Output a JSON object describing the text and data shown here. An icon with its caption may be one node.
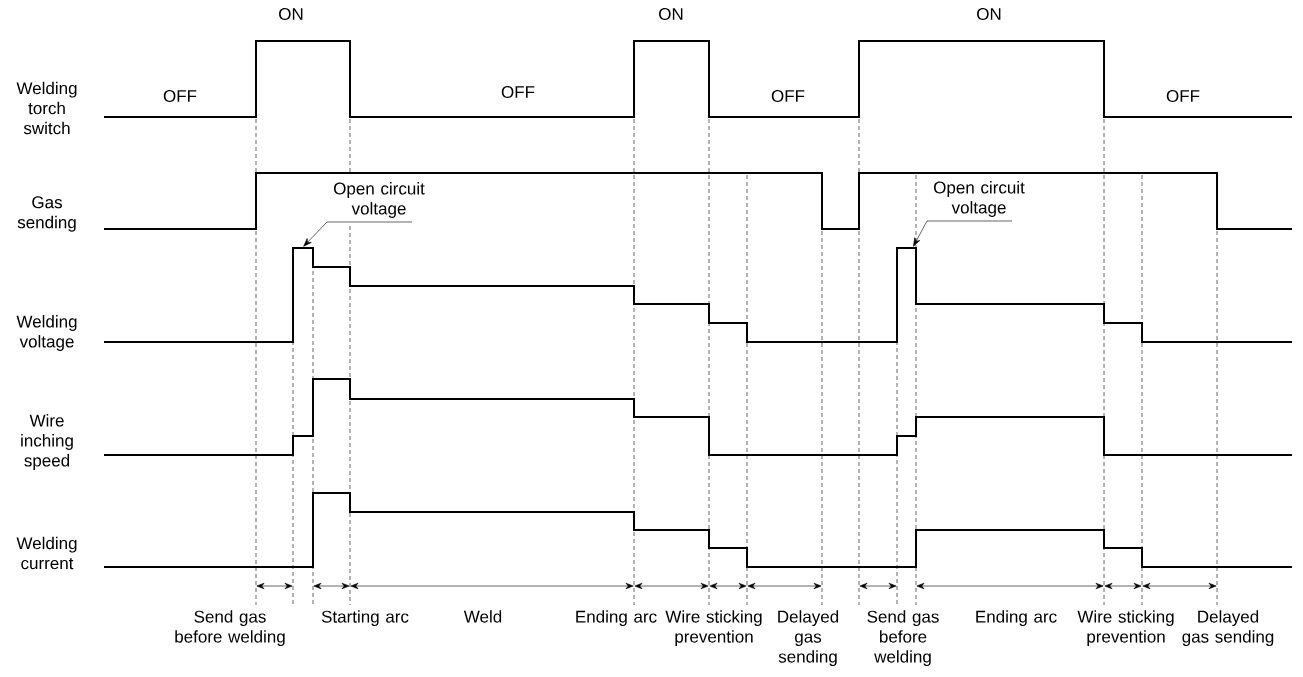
{
  "diagram": {
    "nodes": [
      {
        "text": [
          "Open circuit voltage"
        ]
      },
      {
        "text": [
          "Open circuit voltage"
        ]
      }
    ],
    "edges": [
      {
        "from": 0,
        "to": null,
        "arrow": "to"
      },
      {
        "from": 1,
        "to": null,
        "arrow": "to"
      }
    ],
    "labels": [
      "ON",
      "ON",
      "ON",
      "Welding torch switch",
      "OFF",
      "OFF",
      "OFF",
      "OFF",
      "Gas sending",
      "Welding voltage",
      "Wire inching speed",
      "Welding current",
      "Send gas before welding",
      "Starting arc",
      "Weld",
      "Ending arc",
      "Wire sticking prevention",
      "Delayed gas sending",
      "Send gas before welding",
      "Ending arc",
      "Wire sticking prevention",
      "Delayed gas sending"
    ]
  }
}
